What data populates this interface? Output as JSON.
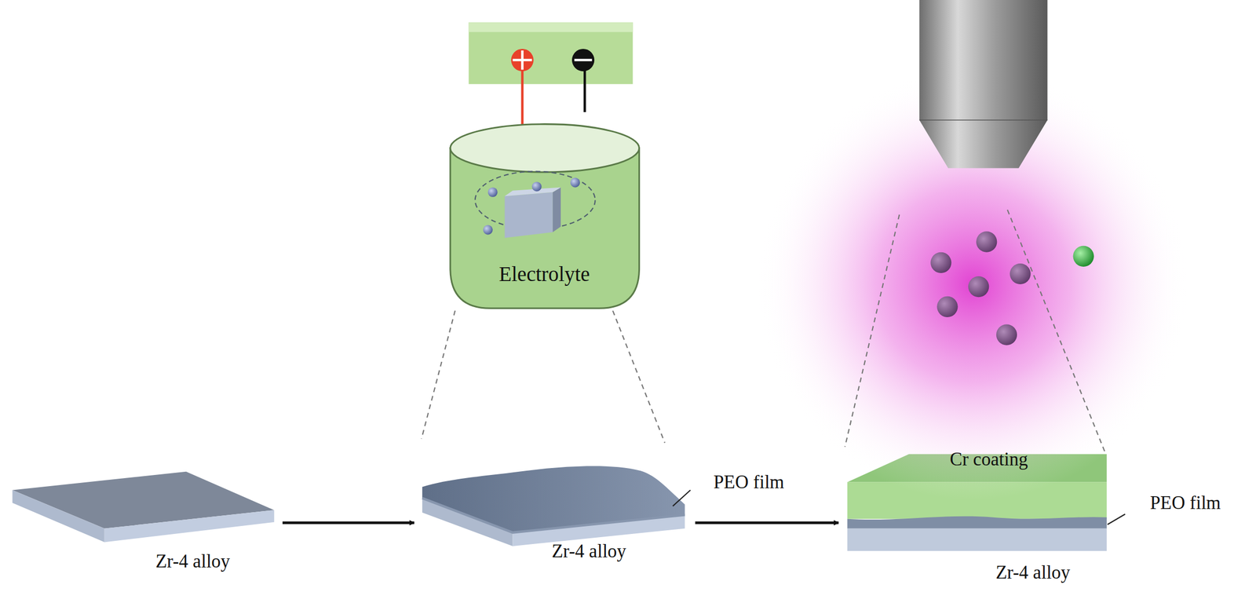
{
  "diagram": {
    "nodes": [
      {
        "text": [
          "Electrolyte"
        ]
      },
      {
        "text": [
          "Zr-4 alloy"
        ]
      },
      {
        "text": [
          "Zr-4 alloy"
        ]
      },
      {
        "text": [
          "Cr coating",
          "Zr-4 alloy"
        ]
      }
    ],
    "edges": [
      {
        "from": 1,
        "to": 2,
        "arrow": "to"
      },
      {
        "from": 2,
        "to": 3,
        "arrow": "to"
      }
    ],
    "labels": [
      "PEO film",
      "PEO film"
    ]
  }
}
